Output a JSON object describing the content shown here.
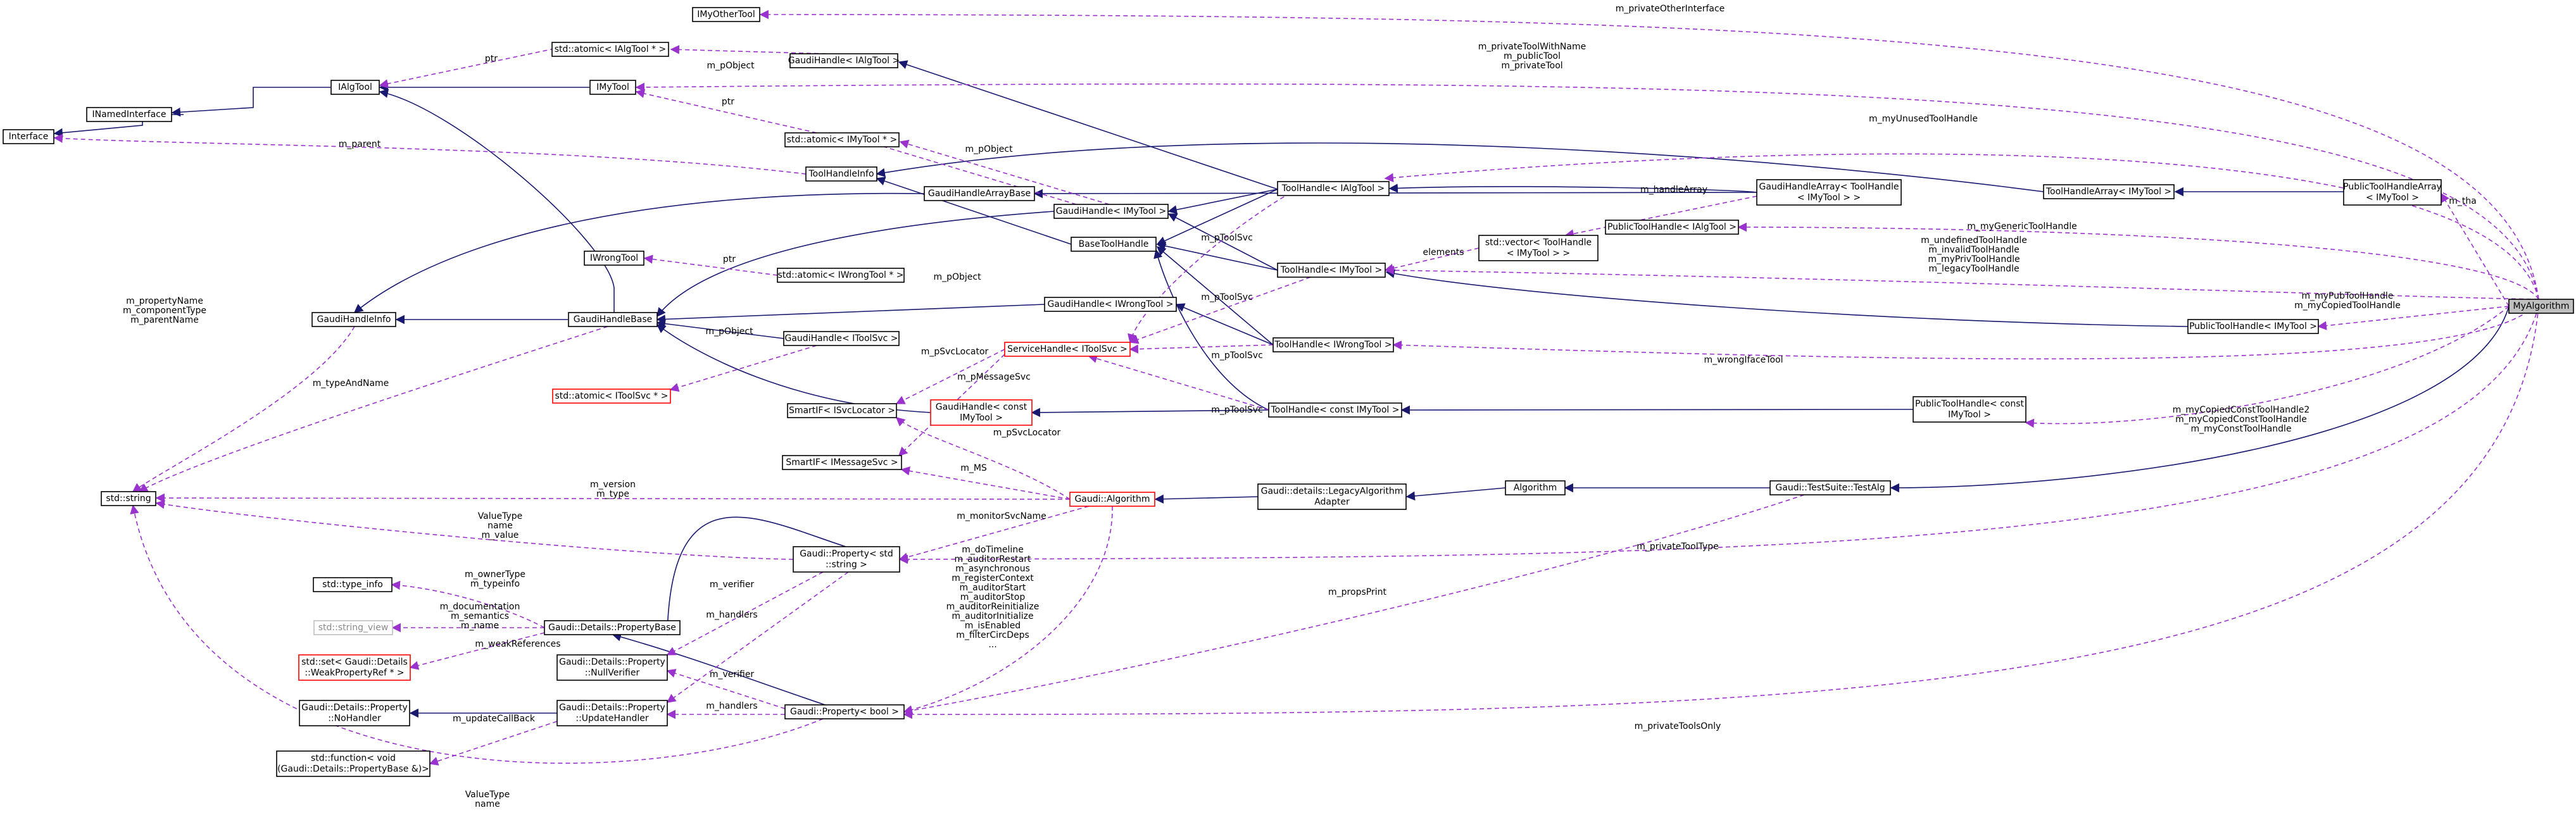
{
  "colors": {
    "inheritance_edge": "#191970",
    "usage_edge": "#9a32cd",
    "node_border": "#000000",
    "missing_node_border": "#ff0000",
    "external_node_border": "#bfbfbf",
    "highlight_node_fill": "#bfbfbf"
  },
  "nodes": [
    {
      "id": "IMyOtherTool",
      "lines": [
        "IMyOtherTool"
      ]
    },
    {
      "id": "IAlgTool",
      "lines": [
        "IAlgTool"
      ]
    },
    {
      "id": "INamedInterface",
      "lines": [
        "INamedInterface"
      ]
    },
    {
      "id": "Interface",
      "lines": [
        "Interface"
      ]
    },
    {
      "id": "AtomicIAlgTool",
      "lines": [
        "std::atomic< IAlgTool * >"
      ]
    },
    {
      "id": "IMyTool",
      "lines": [
        "IMyTool"
      ]
    },
    {
      "id": "GH_IAlgTool",
      "lines": [
        "GaudiHandle< IAlgTool >"
      ]
    },
    {
      "id": "AtomicIMyTool",
      "lines": [
        "std::atomic< IMyTool * >"
      ]
    },
    {
      "id": "ToolHandleInfo",
      "lines": [
        "ToolHandleInfo"
      ]
    },
    {
      "id": "GaudiHandleArrayBase",
      "lines": [
        "GaudiHandleArrayBase"
      ]
    },
    {
      "id": "GH_IMyTool",
      "lines": [
        "GaudiHandle< IMyTool >"
      ]
    },
    {
      "id": "BaseToolHandle",
      "lines": [
        "BaseToolHandle"
      ]
    },
    {
      "id": "TH_IAlgTool",
      "lines": [
        "ToolHandle< IAlgTool >"
      ]
    },
    {
      "id": "GHArray_TH",
      "lines": [
        "GaudiHandleArray< ToolHandle",
        "< IMyTool > >"
      ]
    },
    {
      "id": "THArray_IMyTool",
      "lines": [
        "ToolHandleArray< IMyTool >"
      ]
    },
    {
      "id": "PubTHArray",
      "lines": [
        "PublicToolHandleArray",
        "< IMyTool >"
      ]
    },
    {
      "id": "PubTH_IAlgTool",
      "lines": [
        "PublicToolHandle< IAlgTool >"
      ]
    },
    {
      "id": "VectorTH",
      "lines": [
        "std::vector< ToolHandle",
        "< IMyTool > >"
      ]
    },
    {
      "id": "TH_IMyTool",
      "lines": [
        "ToolHandle< IMyTool >"
      ]
    },
    {
      "id": "IWrongTool",
      "lines": [
        "IWrongTool"
      ]
    },
    {
      "id": "AtomicIWrongTool",
      "lines": [
        "std::atomic< IWrongTool * >"
      ]
    },
    {
      "id": "GH_IWrongTool",
      "lines": [
        "GaudiHandle< IWrongTool >"
      ]
    },
    {
      "id": "GaudiHandleInfo",
      "lines": [
        "GaudiHandleInfo"
      ]
    },
    {
      "id": "GaudiHandleBase",
      "lines": [
        "GaudiHandleBase"
      ]
    },
    {
      "id": "GH_IToolSvc",
      "lines": [
        "GaudiHandle< IToolSvc >"
      ]
    },
    {
      "id": "TH_IWrongTool",
      "lines": [
        "ToolHandle< IWrongTool >"
      ]
    },
    {
      "id": "PubTH_IMyTool",
      "lines": [
        "PublicToolHandle< IMyTool >"
      ]
    },
    {
      "id": "MyAlgorithm",
      "lines": [
        "MyAlgorithm"
      ]
    },
    {
      "id": "AtomicIToolSvc",
      "lines": [
        "std::atomic< IToolSvc * >"
      ]
    },
    {
      "id": "SvcH_IToolSvc",
      "lines": [
        "ServiceHandle< IToolSvc >"
      ]
    },
    {
      "id": "SmartIF_ISvcLocator",
      "lines": [
        "SmartIF< ISvcLocator >"
      ]
    },
    {
      "id": "GH_constIMyTool",
      "lines": [
        "GaudiHandle< const",
        "IMyTool >"
      ]
    },
    {
      "id": "TH_constIMyTool",
      "lines": [
        "ToolHandle< const IMyTool >"
      ]
    },
    {
      "id": "PubTH_constIMyTool",
      "lines": [
        "PublicToolHandle< const",
        "IMyTool >"
      ]
    },
    {
      "id": "SmartIF_IMessageSvc",
      "lines": [
        "SmartIF< IMessageSvc >"
      ]
    },
    {
      "id": "std_string",
      "lines": [
        "std::string"
      ]
    },
    {
      "id": "GaudiAlgorithm",
      "lines": [
        "Gaudi::Algorithm"
      ]
    },
    {
      "id": "LegacyAlgAdapter",
      "lines": [
        "Gaudi::details::LegacyAlgorithm",
        "Adapter"
      ]
    },
    {
      "id": "Algorithm",
      "lines": [
        "Algorithm"
      ]
    },
    {
      "id": "TestAlg",
      "lines": [
        "Gaudi::TestSuite::TestAlg"
      ]
    },
    {
      "id": "Prop_string",
      "lines": [
        "Gaudi::Property< std",
        "::string >"
      ]
    },
    {
      "id": "type_info",
      "lines": [
        "std::type_info"
      ]
    },
    {
      "id": "PropertyBase",
      "lines": [
        "Gaudi::Details::PropertyBase"
      ]
    },
    {
      "id": "string_view",
      "lines": [
        "std::string_view"
      ]
    },
    {
      "id": "set_WeakPropRef",
      "lines": [
        "std::set< Gaudi::Details",
        "::WeakPropertyRef * >"
      ]
    },
    {
      "id": "NullVerifier",
      "lines": [
        "Gaudi::Details::Property",
        "::NullVerifier"
      ]
    },
    {
      "id": "NoHandler",
      "lines": [
        "Gaudi::Details::Property",
        "::NoHandler"
      ]
    },
    {
      "id": "UpdateHandler",
      "lines": [
        "Gaudi::Details::Property",
        "::UpdateHandler"
      ]
    },
    {
      "id": "Prop_bool",
      "lines": [
        "Gaudi::Property< bool >"
      ]
    },
    {
      "id": "function_void",
      "lines": [
        "std::function< void",
        "(Gaudi::Details::PropertyBase &)>"
      ]
    }
  ],
  "edge_labels": [
    {
      "id": "e1",
      "lines": [
        "m_privateOtherInterface"
      ]
    },
    {
      "id": "e2",
      "lines": [
        "m_privateToolWithName",
        "m_publicTool",
        "m_privateTool"
      ]
    },
    {
      "id": "e3",
      "lines": [
        "ptr"
      ]
    },
    {
      "id": "e4",
      "lines": [
        "m_pObject"
      ]
    },
    {
      "id": "e5",
      "lines": [
        "ptr"
      ]
    },
    {
      "id": "e6",
      "lines": [
        "m_myUnusedToolHandle"
      ]
    },
    {
      "id": "e7",
      "lines": [
        "m_parent"
      ]
    },
    {
      "id": "e8",
      "lines": [
        "m_pObject"
      ]
    },
    {
      "id": "e9",
      "lines": [
        "m_handleArray"
      ]
    },
    {
      "id": "e10",
      "lines": [
        "m_tha"
      ]
    },
    {
      "id": "e11",
      "lines": [
        "m_myGenericToolHandle"
      ]
    },
    {
      "id": "e12",
      "lines": [
        "elements"
      ]
    },
    {
      "id": "e13",
      "lines": [
        "m_pToolSvc"
      ]
    },
    {
      "id": "e14",
      "lines": [
        "m_undefinedToolHandle",
        "m_invalidToolHandle",
        "m_myPrivToolHandle",
        "m_legacyToolHandle"
      ]
    },
    {
      "id": "e15",
      "lines": [
        "ptr"
      ]
    },
    {
      "id": "e16",
      "lines": [
        "m_pObject"
      ]
    },
    {
      "id": "e17",
      "lines": [
        "m_pToolSvc"
      ]
    },
    {
      "id": "e18",
      "lines": [
        "m_myPubToolHandle",
        "m_myCopiedToolHandle"
      ]
    },
    {
      "id": "e19",
      "lines": [
        "m_propertyName",
        "m_componentType",
        "m_parentName"
      ]
    },
    {
      "id": "e20",
      "lines": [
        "m_pObject"
      ]
    },
    {
      "id": "e21",
      "lines": [
        "m_pSvcLocator"
      ]
    },
    {
      "id": "e22",
      "lines": [
        "m_pToolSvc"
      ]
    },
    {
      "id": "e23",
      "lines": [
        "m_wrongIfaceTool"
      ]
    },
    {
      "id": "e24",
      "lines": [
        "m_typeAndName"
      ]
    },
    {
      "id": "e25",
      "lines": [
        "m_pMessageSvc"
      ]
    },
    {
      "id": "e26",
      "lines": [
        "m_pToolSvc"
      ]
    },
    {
      "id": "e27",
      "lines": [
        "m_myCopiedConstToolHandle2",
        "m_myCopiedConstToolHandle",
        "m_myConstToolHandle"
      ]
    },
    {
      "id": "e28",
      "lines": [
        "m_pSvcLocator"
      ]
    },
    {
      "id": "e29",
      "lines": [
        "m_MS"
      ]
    },
    {
      "id": "e30",
      "lines": [
        "m_version",
        "m_type"
      ]
    },
    {
      "id": "e31",
      "lines": [
        "ValueType",
        "name",
        "m_value"
      ]
    },
    {
      "id": "e32",
      "lines": [
        "m_monitorSvcName"
      ]
    },
    {
      "id": "e33",
      "lines": [
        "m_privateToolType"
      ]
    },
    {
      "id": "e34",
      "lines": [
        "m_ownerType",
        "m_typeinfo"
      ]
    },
    {
      "id": "e35",
      "lines": [
        "m_verifier"
      ]
    },
    {
      "id": "e36",
      "lines": [
        "m_documentation",
        "m_semantics",
        "m_name"
      ]
    },
    {
      "id": "e37",
      "lines": [
        "m_handlers"
      ]
    },
    {
      "id": "e38",
      "lines": [
        "m_weakReferences"
      ]
    },
    {
      "id": "e39",
      "lines": [
        "m_doTimeline",
        "m_auditorRestart",
        "m_asynchronous",
        "m_registerContext",
        "m_auditorStart",
        "m_auditorStop",
        "m_auditorReinitialize",
        "m_auditorInitialize",
        "m_isEnabled",
        "m_filterCircDeps",
        "..."
      ]
    },
    {
      "id": "e40",
      "lines": [
        "m_propsPrint"
      ]
    },
    {
      "id": "e41",
      "lines": [
        "m_verifier"
      ]
    },
    {
      "id": "e42",
      "lines": [
        "m_updateCallBack"
      ]
    },
    {
      "id": "e43",
      "lines": [
        "m_handlers"
      ]
    },
    {
      "id": "e44",
      "lines": [
        "m_privateToolsOnly"
      ]
    },
    {
      "id": "e45",
      "lines": [
        "ValueType",
        "name"
      ]
    }
  ]
}
